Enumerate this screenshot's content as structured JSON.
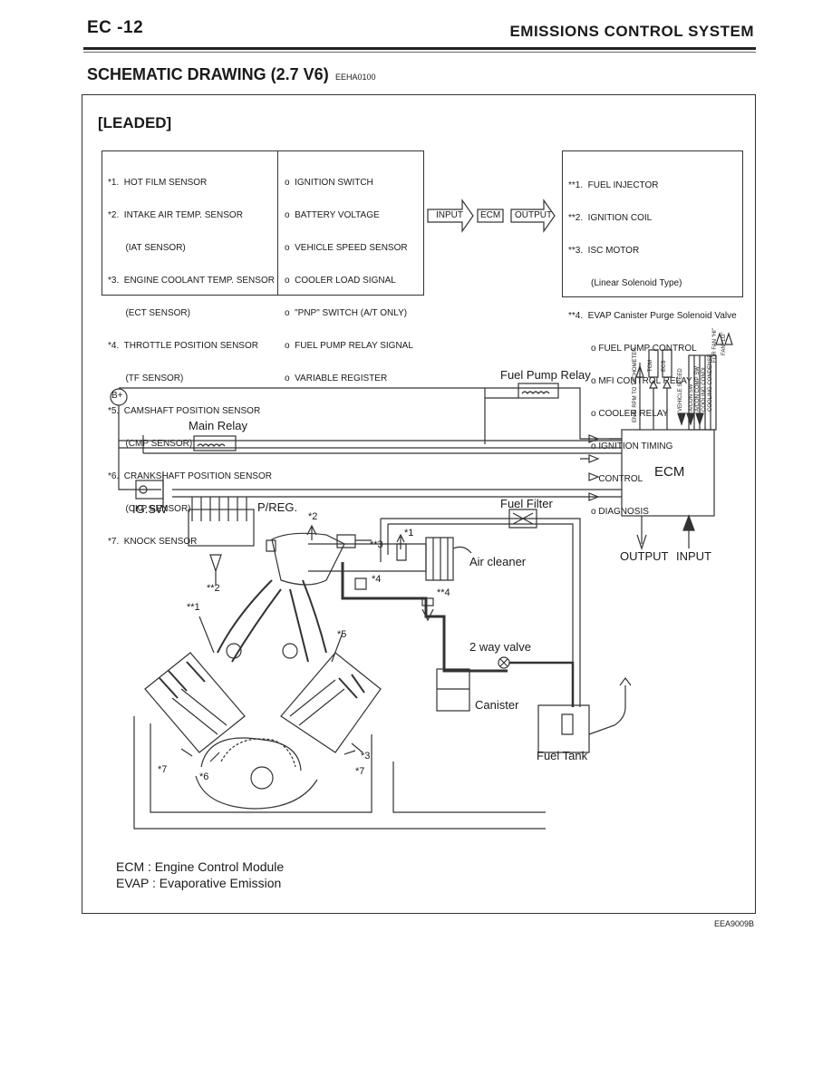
{
  "header": {
    "page_number": "EC -12",
    "section_title": "EMISSIONS CONTROL SYSTEM"
  },
  "title": "SCHEMATIC DRAWING (2.7 V6)",
  "title_code": "EEHA0100",
  "variant": "[LEADED]",
  "inputs_sensors": [
    "*1.  HOT FILM SENSOR",
    "*2.  INTAKE AIR TEMP. SENSOR",
    "       (IAT SENSOR)",
    "*3.  ENGINE COOLANT TEMP. SENSOR",
    "       (ECT SENSOR)",
    "*4.  THROTTLE POSITION SENSOR",
    "       (TF SENSOR)",
    "*5.  CAMSHAFT POSITION SENSOR",
    "       (CMP SENSOR)",
    "*6.  CRANKSHAFT POSITION SENSOR",
    "       (CKP SENSOR)",
    "*7.  KNOCK SENSOR"
  ],
  "inputs_signals": [
    "o  IGNITION SWITCH",
    "o  BATTERY VOLTAGE",
    "o  VEHICLE SPEED SENSOR",
    "o  COOLER LOAD SIGNAL",
    "o  \"PNP\" SWITCH (A/T ONLY)",
    "o  FUEL PUMP RELAY SIGNAL",
    "o  VARIABLE REGISTER"
  ],
  "flow": {
    "input": "INPUT",
    "ecm": "ECM",
    "output": "OUTPUT"
  },
  "outputs": [
    "**1.  FUEL INJECTOR",
    "**2.  IGNITION COIL",
    "**3.  ISC MOTOR",
    "         (Linear Solenoid Type)",
    "**4.  EVAP Canister Purge Solenoid Valve",
    "         o FUEL PUMP CONTROL",
    "         o MFI CONTROL RELAY",
    "         o COOLER RELAY",
    "         o IGNITION TIMING",
    "            CONTROL",
    "         o DIAGNOSIS"
  ],
  "diagram": {
    "battery": "B+",
    "main_relay": "Main Relay",
    "fuel_pump_relay": "Fuel Pump Relay",
    "ig_sw": "IG.SW",
    "p_reg": "P/REG.",
    "fuel_filter": "Fuel Filter",
    "air_cleaner": "Air cleaner",
    "two_way_valve": "2 way valve",
    "canister": "Canister",
    "fuel_tank": "Fuel Tank",
    "ecm": "ECM",
    "output": "OUTPUT",
    "input": "INPUT",
    "tcm": "TCM",
    "ecs": "ECS",
    "top_signals": [
      "ENG. RPM TO TACHOMETER",
      "VEHICLE SPEED",
      "A/CON SW",
      "A/CON COMP SW",
      "COOLING CONDI",
      "COOLING CONDENSE"
    ],
    "fan_labels": [
      "FOR FAN \"HI\"",
      "FAN \"LO\""
    ],
    "callouts": [
      "*2",
      "**3",
      "*1",
      "*4",
      "**4",
      "**2",
      "**1",
      "*5",
      "*3",
      "*7",
      "*7",
      "*6"
    ]
  },
  "legend": [
    "ECM : Engine Control Module",
    "EVAP : Evaporative Emission"
  ],
  "figure_code": "EEA9009B"
}
